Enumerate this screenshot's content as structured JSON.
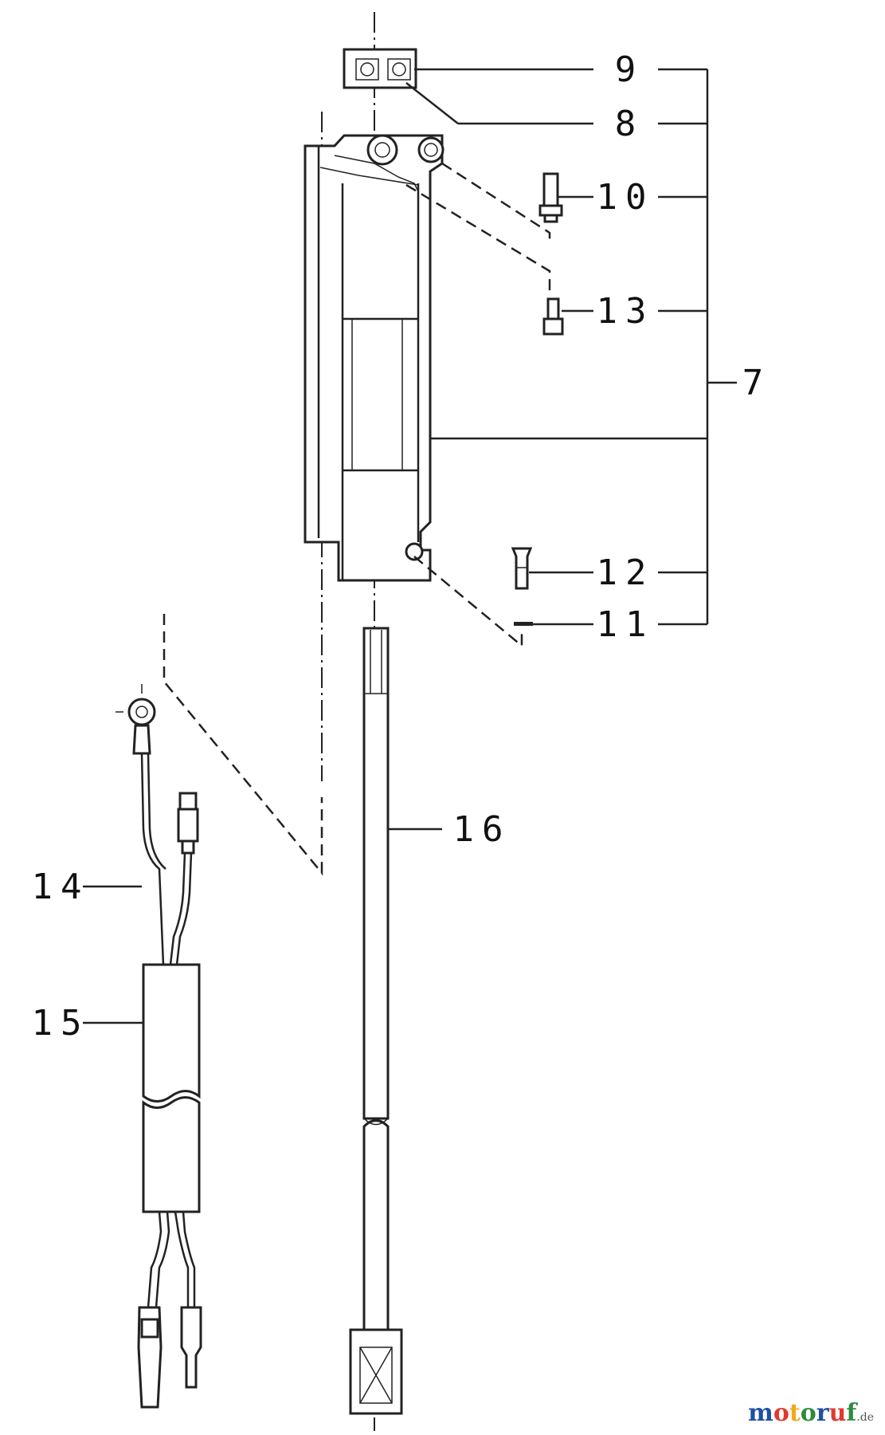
{
  "diagram": {
    "labels": {
      "p7": "7",
      "p8": "8",
      "p9": "9",
      "p10": "10",
      "p11": "11",
      "p12": "12",
      "p13": "13",
      "p14": "14",
      "p15": "15",
      "p16": "16"
    }
  },
  "watermark": {
    "letters": [
      "m",
      "o",
      "t",
      "o",
      "r",
      "u",
      "f"
    ],
    "colors": [
      "#1f4fa0",
      "#e03a2f",
      "#f2a81d",
      "#2e8b3c",
      "#1f4fa0",
      "#e03a2f",
      "#2e8b3c"
    ],
    "tld": ".de"
  }
}
